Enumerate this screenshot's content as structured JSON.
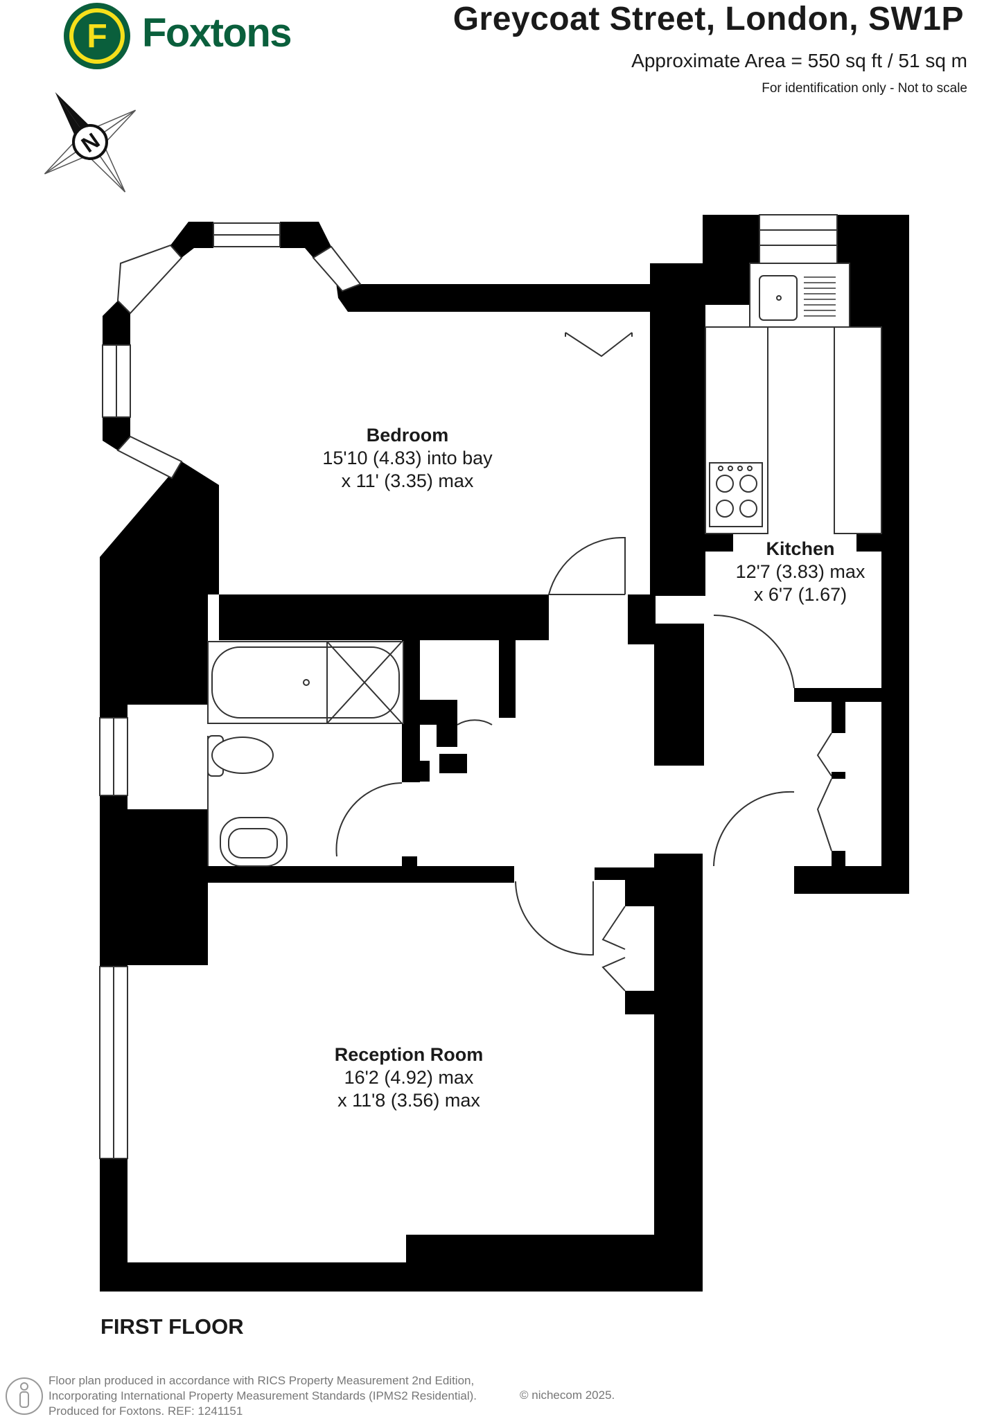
{
  "brand": {
    "name": "Foxtons",
    "logo_letter": "F",
    "colors": {
      "green": "#0a5f3c",
      "yellow": "#f6e01b"
    }
  },
  "header": {
    "title": "Greycoat Street, London, SW1P",
    "area": "Approximate Area = 550 sq ft / 51 sq m",
    "disclaimer": "For identification only - Not to scale"
  },
  "compass": {
    "letter": "N",
    "icon": "compass-north-icon"
  },
  "rooms": {
    "bedroom": {
      "name": "Bedroom",
      "dim1": "15'10 (4.83) into bay",
      "dim2": "x 11' (3.35) max"
    },
    "kitchen": {
      "name": "Kitchen",
      "dim1": "12'7 (3.83) max",
      "dim2": "x 6'7 (1.67)"
    },
    "reception": {
      "name": "Reception Room",
      "dim1": "16'2 (4.92) max",
      "dim2": "x 11'8 (3.56) max"
    }
  },
  "floor_label": "FIRST FLOOR",
  "footer": {
    "line1": "Floor plan produced in accordance with RICS Property Measurement 2nd Edition,",
    "line2": "Incorporating International Property Measurement Standards (IPMS2 Residential).",
    "line3": "Produced for Foxtons.   REF:  1241151",
    "copyright": "© nichecom 2025."
  }
}
